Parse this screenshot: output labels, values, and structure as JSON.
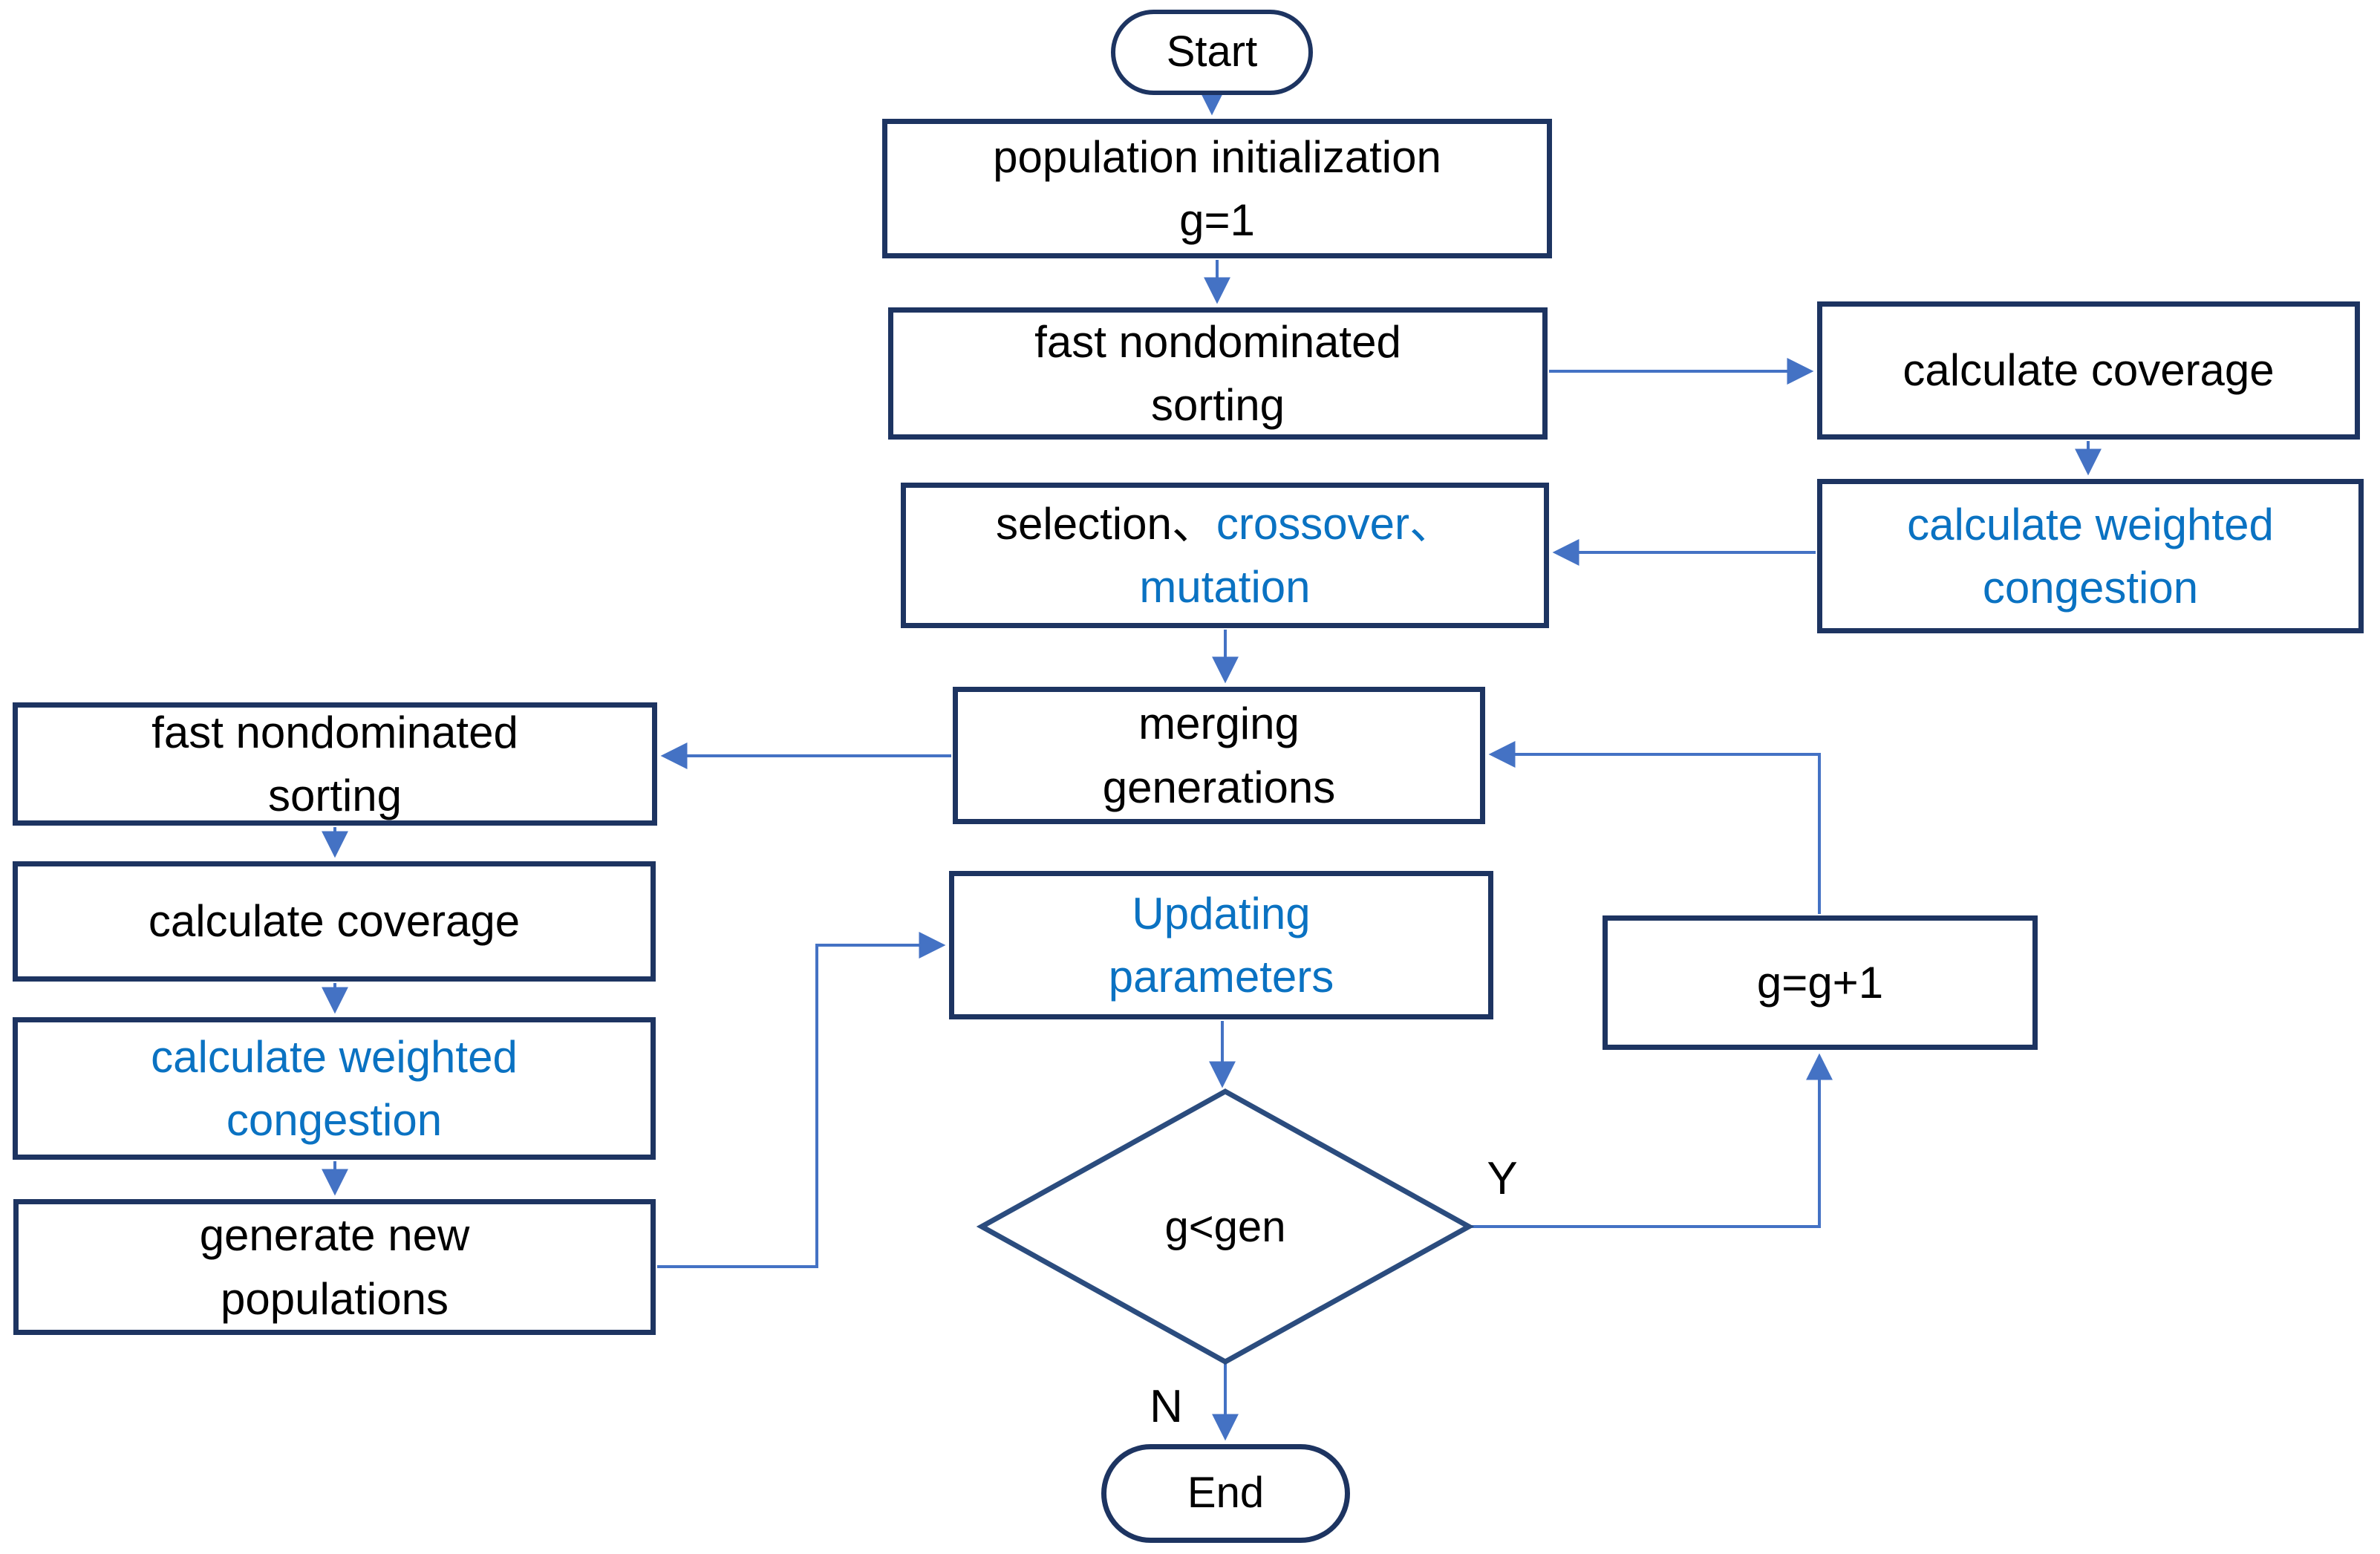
{
  "flowchart": {
    "nodes": {
      "start": {
        "label": "Start"
      },
      "population_initialization": {
        "line1": "population initialization",
        "line2": "g=1"
      },
      "fast_nondominated_sorting_top": {
        "line1": "fast nondominated",
        "line2": "sorting"
      },
      "calculate_coverage_right": {
        "label": "calculate coverage"
      },
      "calculate_weighted_congestion_right": {
        "line1": "calculate weighted",
        "line2": "congestion"
      },
      "selection_crossover_mutation": {
        "selection": "selection、",
        "crossover": "crossover、",
        "mutation": "mutation"
      },
      "merging_generations": {
        "line1": "merging",
        "line2": "generations"
      },
      "fast_nondominated_sorting_left": {
        "line1": "fast nondominated",
        "line2": "sorting"
      },
      "calculate_coverage_left": {
        "label": "calculate coverage"
      },
      "calculate_weighted_congestion_left": {
        "line1": "calculate weighted",
        "line2": "congestion"
      },
      "generate_new_populations": {
        "line1": "generate new",
        "line2": "populations"
      },
      "updating_parameters": {
        "line1": "Updating",
        "line2": "parameters"
      },
      "decision": {
        "label": "g<gen"
      },
      "increment_generation": {
        "label": "g=g+1"
      },
      "end": {
        "label": "End"
      }
    },
    "branch_labels": {
      "yes": "Y",
      "no": "N"
    },
    "colors": {
      "node_border": "#1d3461",
      "diamond_border": "#2b4c7e",
      "connector": "#4472c4",
      "text": "#000000",
      "accent_text": "#0a72c2"
    }
  }
}
